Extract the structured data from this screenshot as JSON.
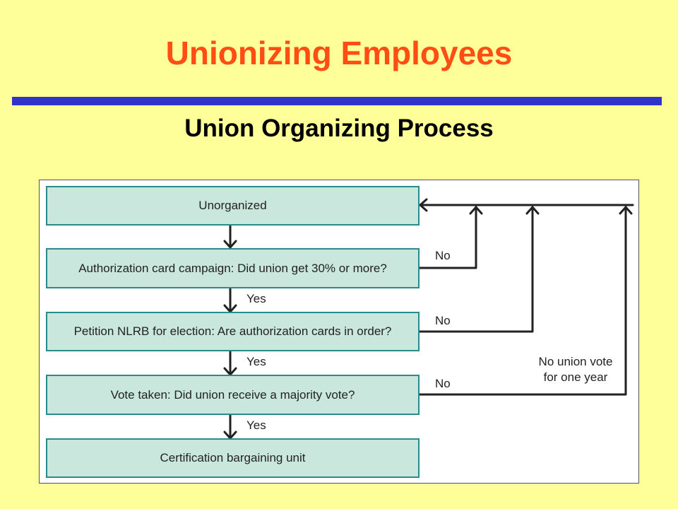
{
  "title": "Unionizing Employees",
  "subtitle": "Union Organizing Process",
  "steps": [
    "Unorganized",
    "Authorization card campaign: Did union get 30% or more?",
    "Petition NLRB for election: Are authorization cards in order?",
    "Vote taken: Did union receive a majority vote?",
    "Certification bargaining unit"
  ],
  "yes_label": "Yes",
  "no_label": "No",
  "note_lines": [
    "No union vote",
    "for one year"
  ],
  "colors": {
    "background": "#ffff99",
    "title": "#ff4d14",
    "rule": "#3333cc",
    "box_fill": "#c9e7dc",
    "box_border": "#2b8b8b",
    "arrow": "#222222"
  }
}
